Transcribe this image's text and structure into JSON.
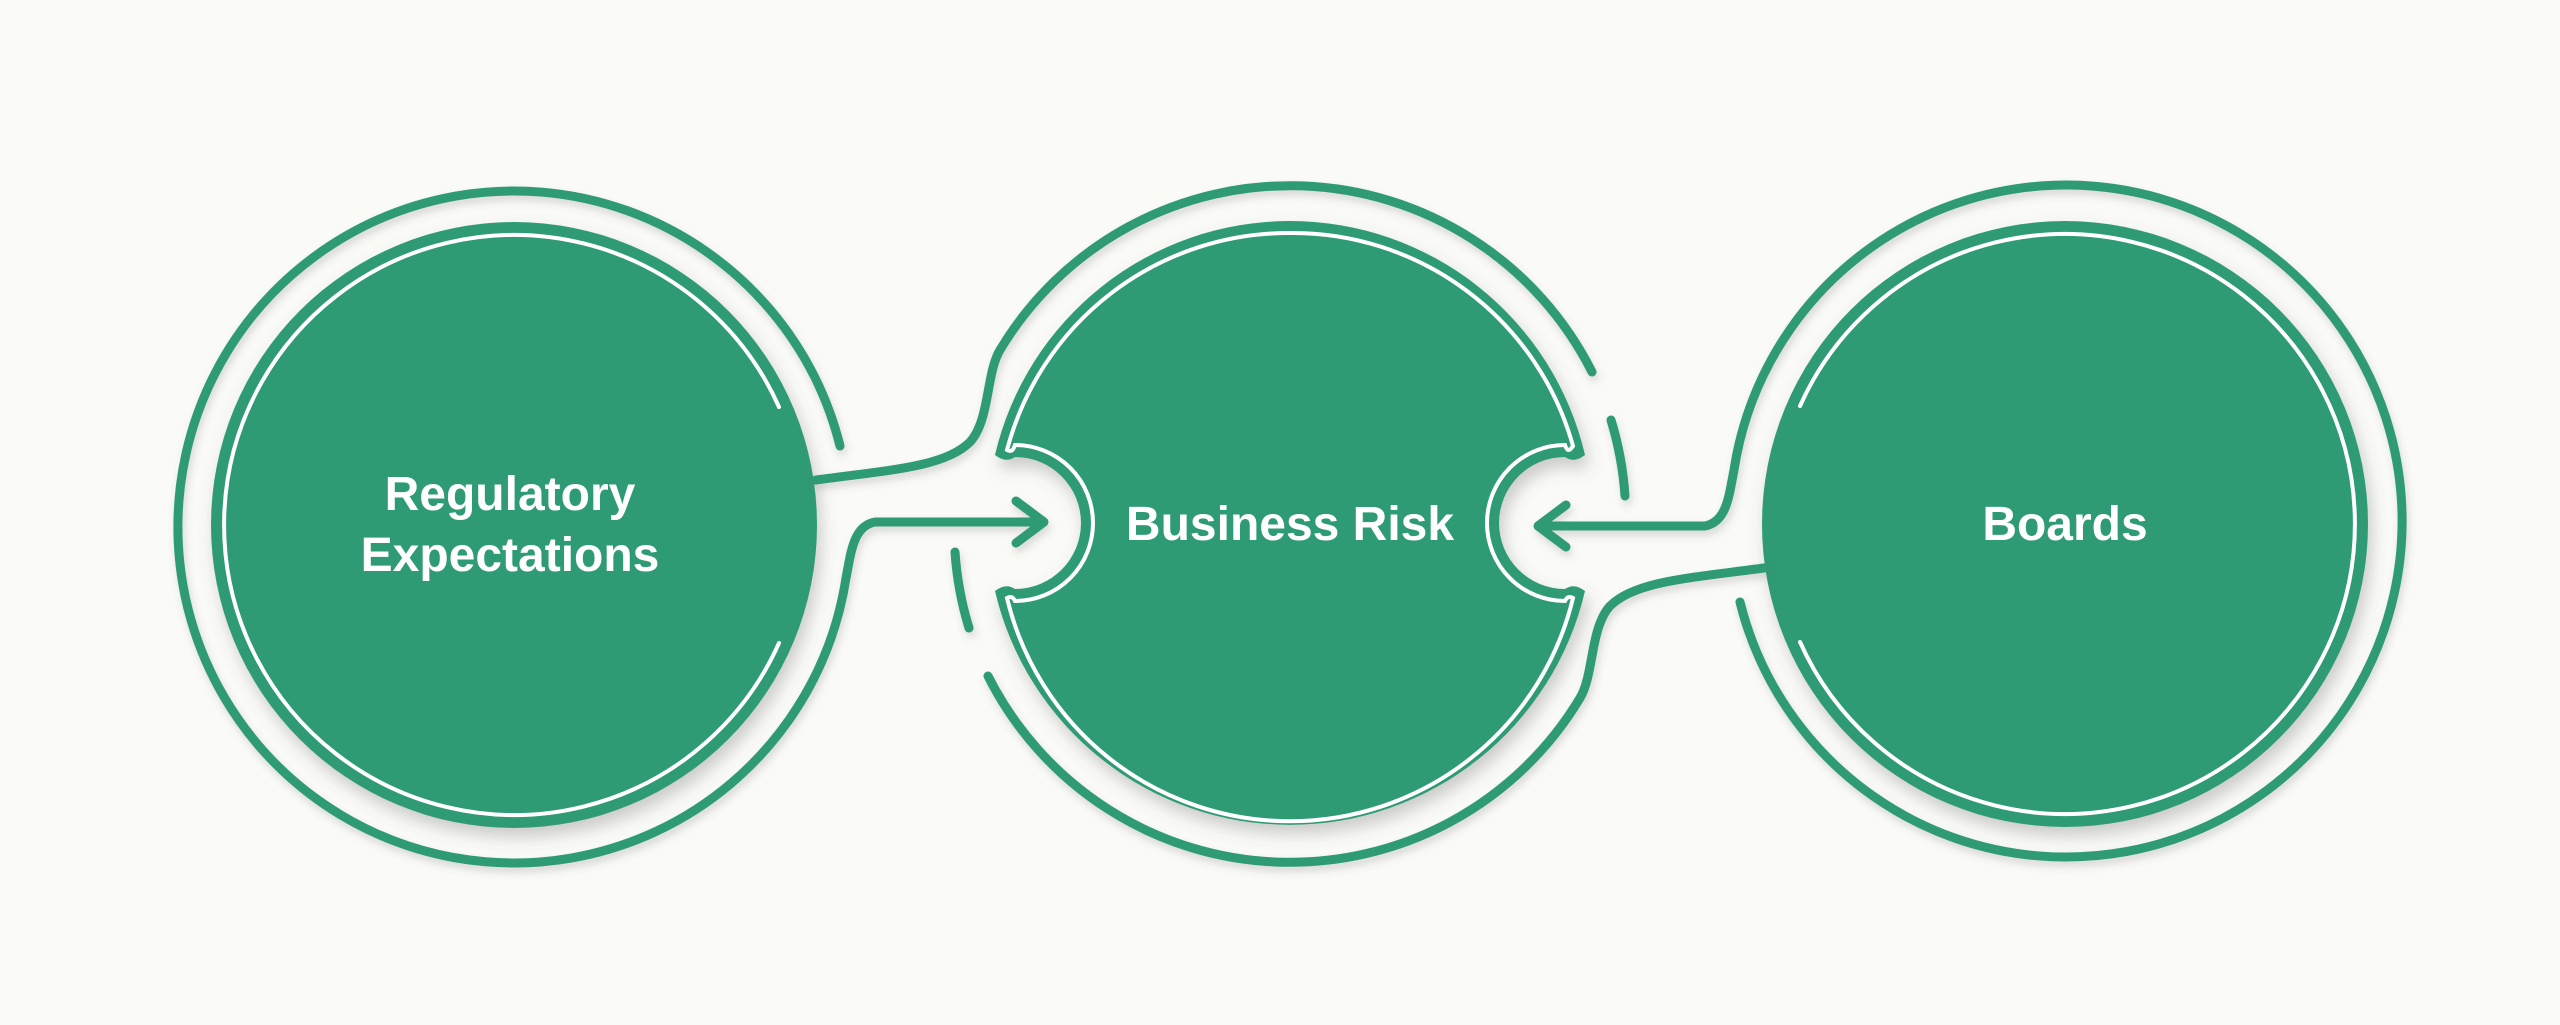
{
  "diagram": {
    "title": "",
    "nodes": [
      {
        "id": "regulatory-expectations",
        "label": "Regulatory\nExpectations"
      },
      {
        "id": "business-risk",
        "label": "Business Risk"
      },
      {
        "id": "boards",
        "label": "Boards"
      }
    ],
    "connections": [
      {
        "from": "regulatory-expectations",
        "to": "business-risk",
        "type": "arrow",
        "direction": "right"
      },
      {
        "from": "boards",
        "to": "business-risk",
        "type": "arrow",
        "direction": "left"
      }
    ],
    "colors": {
      "accent": "#2F9B75",
      "background": "#FAFAF7",
      "label_text": "#FFFFFF",
      "inner_ring": "#FFFFFF"
    }
  }
}
